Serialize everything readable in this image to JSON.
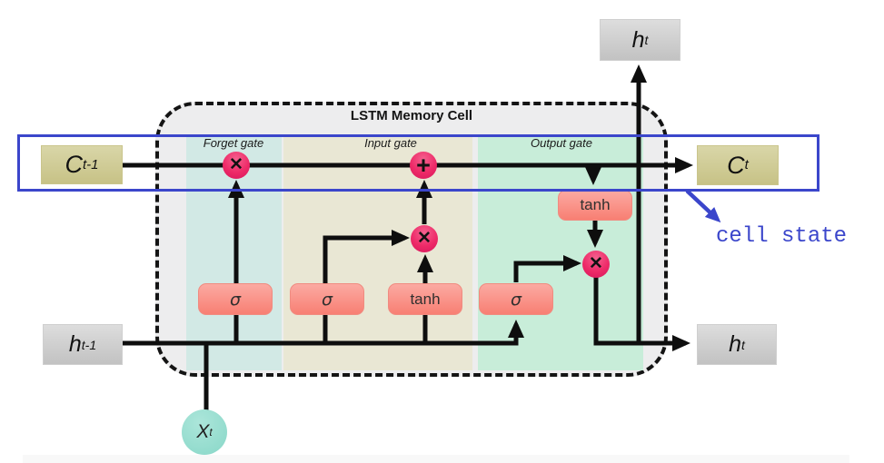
{
  "cell": {
    "title": "LSTM Memory Cell",
    "gates": [
      {
        "label": "Forget gate"
      },
      {
        "label": "Input gate"
      },
      {
        "label": "Output gate"
      }
    ]
  },
  "nodes": {
    "forget_mul": "✕",
    "input_add": "+",
    "input_mul": "✕",
    "output_mul": "✕"
  },
  "activations": {
    "forget_sigma": "σ",
    "input_sigma": "σ",
    "input_tanh": "tanh",
    "output_sigma": "σ",
    "output_tanh": "tanh"
  },
  "io": {
    "c_prev": {
      "main": "C",
      "sub": "t-1"
    },
    "c_next": {
      "main": "C",
      "sub": "t"
    },
    "h_prev": {
      "main": "h",
      "sub": "t-1"
    },
    "h_out": {
      "main": "h",
      "sub": "t"
    },
    "h_top": {
      "main": "h",
      "sub": "t"
    },
    "x_input": {
      "main": "X",
      "sub": "t"
    }
  },
  "annotation": {
    "cell_state_label": "cell state"
  },
  "colors": {
    "annotation_blue": "#3b46cb",
    "node_crimson": "#ee2a68",
    "activation_coral": "#f98a7e",
    "state_khaki": "#cdc88f",
    "hidden_gray": "#cccccc",
    "input_teal": "#90dccf",
    "forget_strip": "#d2e9e5",
    "input_strip": "#e9e7d4",
    "output_strip": "#c8edd9",
    "cell_background": "#ededee",
    "line_black": "#0e0e0e"
  }
}
